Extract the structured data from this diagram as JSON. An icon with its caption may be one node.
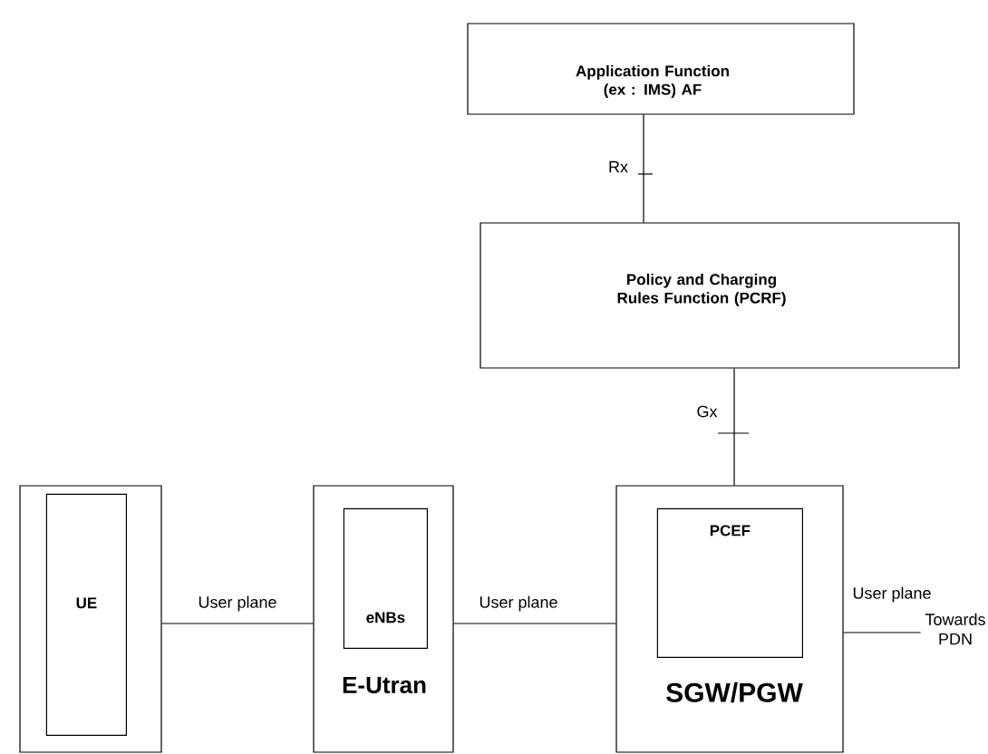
{
  "diagram": {
    "nodes": [
      {
        "text": [
          "Application Function (ex : IMS) AF"
        ]
      },
      {
        "text": [
          "Policy and Charging Rules Function (PCRF)"
        ]
      },
      {
        "text": [],
        "shape": "box"
      },
      {
        "text": [
          "UE"
        ],
        "in": 2
      },
      {
        "text": [
          "E-Utran"
        ]
      },
      {
        "text": [
          "eNBs"
        ],
        "in": 4
      },
      {
        "text": [
          "SGW/PGW"
        ]
      },
      {
        "text": [
          "PCEF"
        ],
        "in": 6
      },
      {
        "text": [
          "Towards PDN"
        ]
      }
    ],
    "edges": [
      {
        "from": 0,
        "to": 1,
        "arrow": "none",
        "label": "Rx"
      },
      {
        "from": 1,
        "to": 6,
        "arrow": "none",
        "label": "Gx"
      },
      {
        "from": 2,
        "to": 4,
        "arrow": "none",
        "label": "User plane"
      },
      {
        "from": 4,
        "to": 6,
        "arrow": "none",
        "label": "User plane"
      },
      {
        "from": 6,
        "to": 8,
        "arrow": "none",
        "label": "User plane"
      }
    ]
  }
}
